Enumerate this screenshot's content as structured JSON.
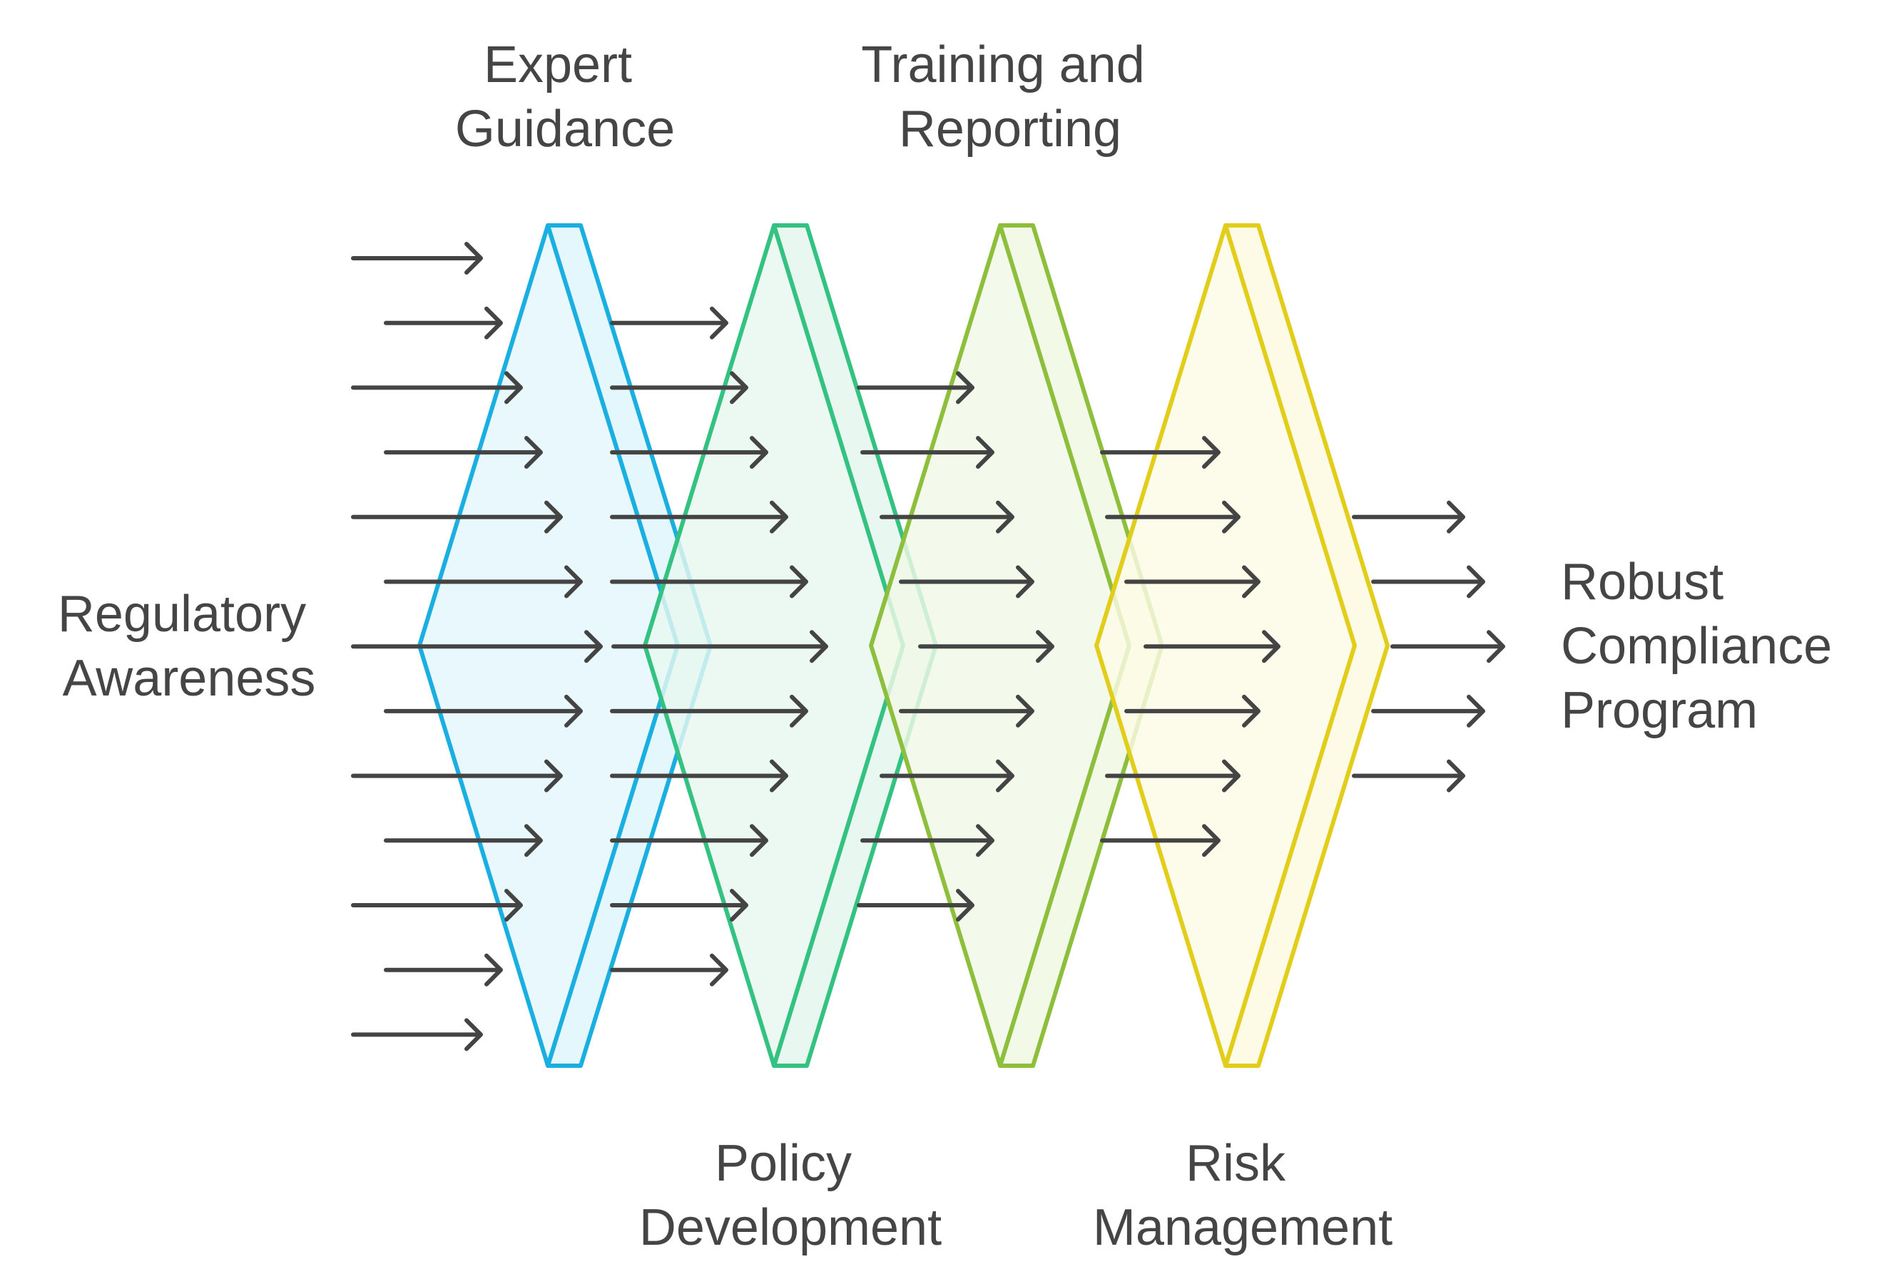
{
  "diagram": {
    "input_label": [
      "Regulatory",
      "Awareness"
    ],
    "output_label": [
      "Robust",
      "Compliance",
      "Program"
    ],
    "stages": [
      {
        "name": [
          "Expert",
          "Guidance"
        ],
        "label_position": "top",
        "color": "#1AAFE0",
        "fill": "#E4F7FD"
      },
      {
        "name": [
          "Policy",
          "Development"
        ],
        "label_position": "bottom",
        "color": "#34C282",
        "fill": "#E8F8F0"
      },
      {
        "name": [
          "Training and",
          "Reporting"
        ],
        "label_position": "top",
        "color": "#8DBE3C",
        "fill": "#F2F9E6"
      },
      {
        "name": [
          "Risk",
          "Management"
        ],
        "label_position": "bottom",
        "color": "#E2CD1A",
        "fill": "#FDFBE5"
      }
    ],
    "arrow_color": "#444444",
    "text_color": "#454545"
  }
}
